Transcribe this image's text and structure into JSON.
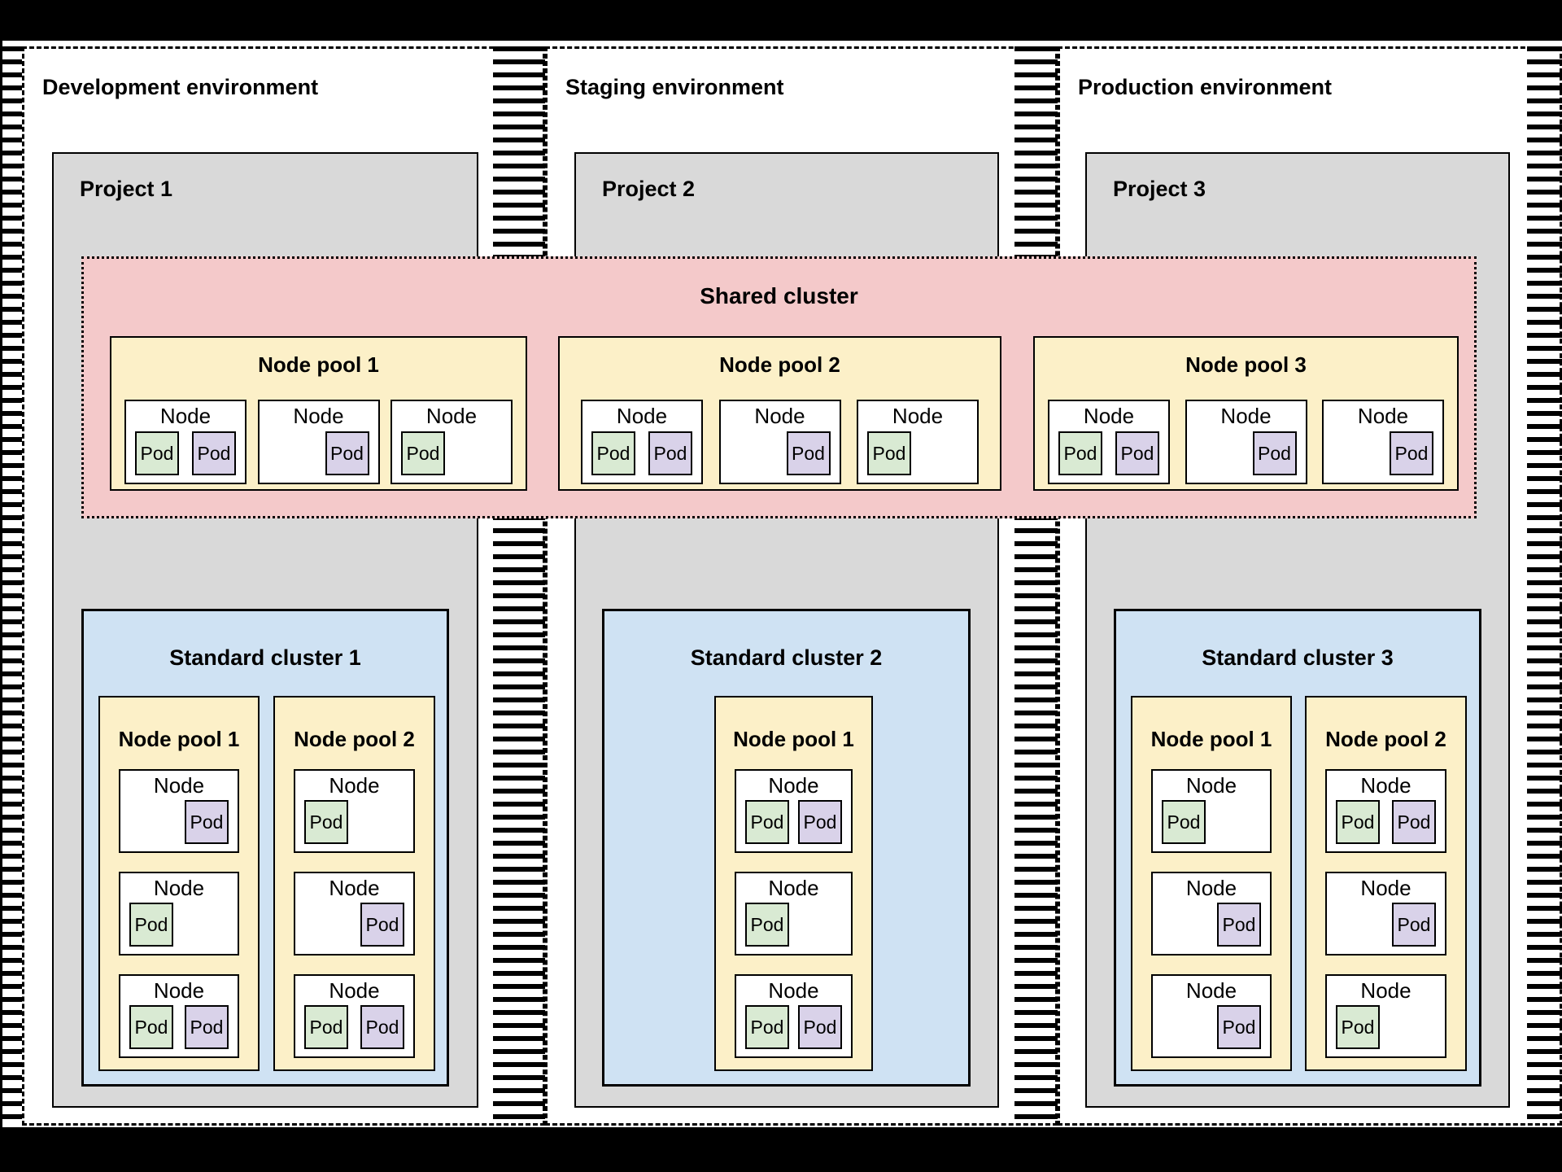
{
  "labels": {
    "node": "Node",
    "pod": "Pod"
  },
  "colors": {
    "frame": "#000000",
    "background": "#ffffff",
    "project_fill": "#d9d9d9",
    "shared_cluster_fill": "#f4c9ca",
    "node_pool_fill": "#fcf0c8",
    "standard_cluster_fill": "#cfe2f3",
    "node_fill": "#ffffff",
    "pod_green": "#d9ead3",
    "pod_purple": "#d9d2e9"
  },
  "shared_cluster": {
    "title": "Shared cluster",
    "node_pools": [
      {
        "title": "Node pool 1",
        "nodes": [
          {
            "layout": "pair",
            "pods": [
              "green",
              "purple"
            ]
          },
          {
            "layout": "right",
            "pods": [
              "purple"
            ]
          },
          {
            "layout": "left",
            "pods": [
              "green"
            ]
          }
        ]
      },
      {
        "title": "Node pool 2",
        "nodes": [
          {
            "layout": "pair",
            "pods": [
              "green",
              "purple"
            ]
          },
          {
            "layout": "right",
            "pods": [
              "purple"
            ]
          },
          {
            "layout": "left",
            "pods": [
              "green"
            ]
          }
        ]
      },
      {
        "title": "Node pool 3",
        "nodes": [
          {
            "layout": "pair",
            "pods": [
              "green",
              "purple"
            ]
          },
          {
            "layout": "right",
            "pods": [
              "purple"
            ]
          },
          {
            "layout": "right",
            "pods": [
              "purple"
            ]
          }
        ]
      }
    ]
  },
  "environments": [
    {
      "title": "Development environment",
      "project": {
        "title": "Project 1",
        "cluster": {
          "title": "Standard cluster 1",
          "node_pools": [
            {
              "title": "Node pool 1",
              "nodes": [
                {
                  "layout": "right",
                  "pods": [
                    "purple"
                  ]
                },
                {
                  "layout": "left",
                  "pods": [
                    "green"
                  ]
                },
                {
                  "layout": "pair",
                  "pods": [
                    "green",
                    "purple"
                  ]
                }
              ]
            },
            {
              "title": "Node pool 2",
              "nodes": [
                {
                  "layout": "left",
                  "pods": [
                    "green"
                  ]
                },
                {
                  "layout": "right",
                  "pods": [
                    "purple"
                  ]
                },
                {
                  "layout": "pair",
                  "pods": [
                    "green",
                    "purple"
                  ]
                }
              ]
            }
          ]
        }
      }
    },
    {
      "title": "Staging environment",
      "project": {
        "title": "Project 2",
        "cluster": {
          "title": "Standard cluster 2",
          "node_pools": [
            {
              "title": "Node pool 1",
              "nodes": [
                {
                  "layout": "pair",
                  "pods": [
                    "green",
                    "purple"
                  ]
                },
                {
                  "layout": "left",
                  "pods": [
                    "green"
                  ]
                },
                {
                  "layout": "pair",
                  "pods": [
                    "green",
                    "purple"
                  ]
                }
              ]
            }
          ]
        }
      }
    },
    {
      "title": "Production environment",
      "project": {
        "title": "Project 3",
        "cluster": {
          "title": "Standard cluster 3",
          "node_pools": [
            {
              "title": "Node pool 1",
              "nodes": [
                {
                  "layout": "left",
                  "pods": [
                    "green"
                  ]
                },
                {
                  "layout": "right",
                  "pods": [
                    "purple"
                  ]
                },
                {
                  "layout": "right",
                  "pods": [
                    "purple"
                  ]
                }
              ]
            },
            {
              "title": "Node pool 2",
              "nodes": [
                {
                  "layout": "pair",
                  "pods": [
                    "green",
                    "purple"
                  ]
                },
                {
                  "layout": "right",
                  "pods": [
                    "purple"
                  ]
                },
                {
                  "layout": "left",
                  "pods": [
                    "green"
                  ]
                }
              ]
            }
          ]
        }
      }
    }
  ]
}
